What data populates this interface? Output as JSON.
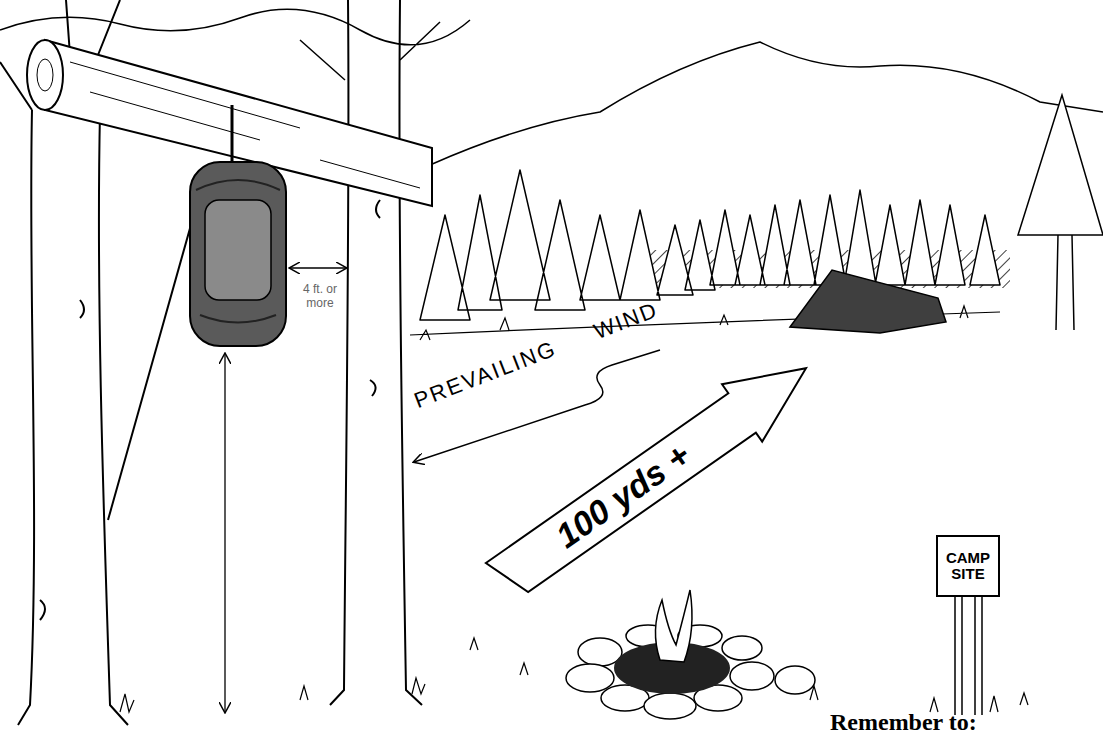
{
  "diagram": {
    "nodes": [
      {
        "text": [
          "100 yds +"
        ]
      },
      {
        "text": [
          "CAMP SITE"
        ]
      }
    ],
    "labels": [
      "4 ft. or more",
      "PREVAILING WIND",
      "Remember to:"
    ]
  }
}
